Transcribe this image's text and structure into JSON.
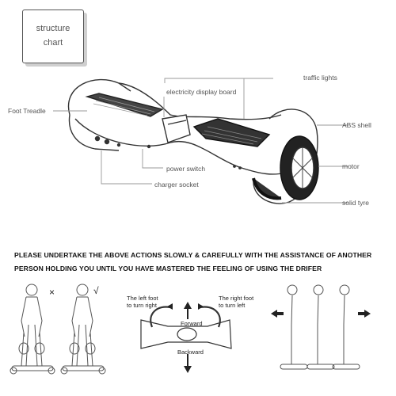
{
  "title": {
    "line1": "structure",
    "line2": "chart"
  },
  "labels": {
    "traffic_lights": "traffic lights",
    "electricity_display_board": "electricity display board",
    "foot_treadle": "Foot Treadle",
    "abs_shell": "ABS shell",
    "motor": "motor",
    "power_switch": "power switch",
    "charger_socket": "charger socket",
    "solid_tyre": "solid tyre"
  },
  "instructions": {
    "line1": "PLEASE UNDERTAKE THE ABOVE ACTIONS SLOWLY & CAREFULLY WITH THE ASSISTANCE OF ANOTHER",
    "line2": "PERSON HOLDING YOU UNTIL YOU HAVE MASTERED THE FEELING OF USING THE DRIFER"
  },
  "posture": {
    "wrong_mark": "×",
    "right_mark": "√"
  },
  "steering": {
    "left_foot_l1": "The left foot",
    "left_foot_l2": "to turn right",
    "right_foot_l1": "The right foot",
    "right_foot_l2": "to turn left",
    "forward": "Forward",
    "backward": "Backward"
  }
}
